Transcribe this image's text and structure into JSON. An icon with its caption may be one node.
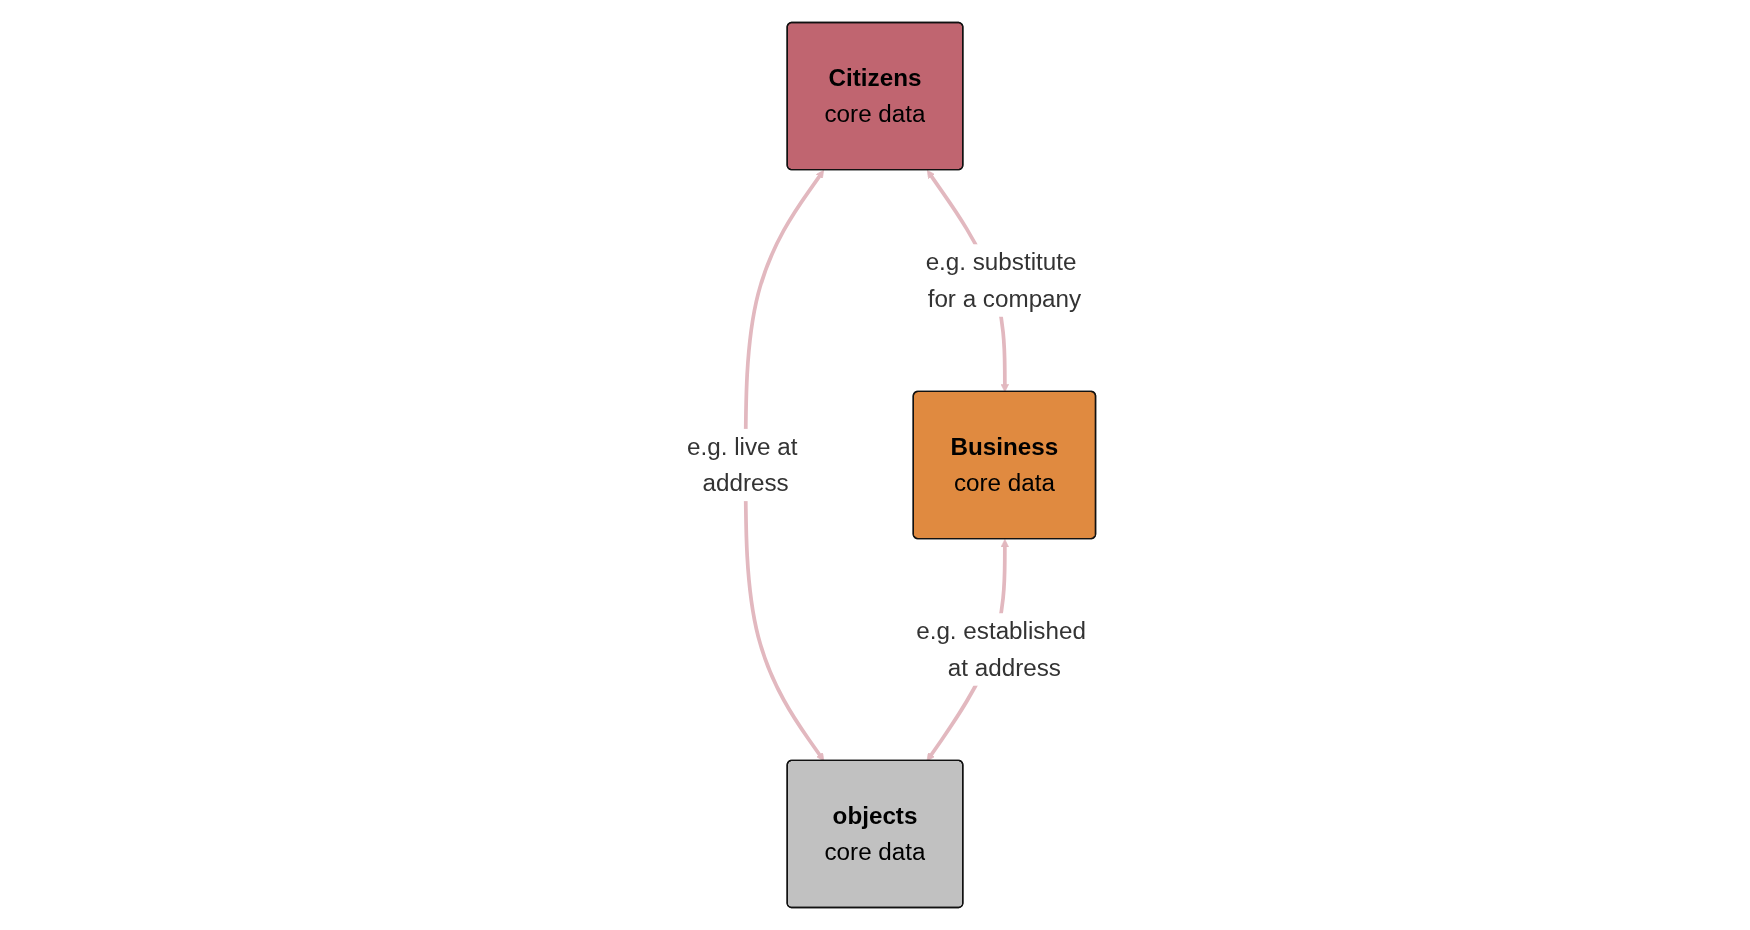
{
  "diagram": {
    "nodes": [
      {
        "text": [
          "Citizens",
          "core data"
        ]
      },
      {
        "text": [
          "Business",
          "core data"
        ]
      },
      {
        "text": [
          "objects",
          "core data"
        ]
      }
    ],
    "edges": [
      {
        "from": 0,
        "to": 1,
        "arrow": "both",
        "label": "e.g. substitute for a company"
      },
      {
        "from": 0,
        "to": 2,
        "arrow": "both",
        "label": "e.g. live at address"
      },
      {
        "from": 1,
        "to": 2,
        "arrow": "both",
        "label": "e.g. established at address"
      }
    ]
  }
}
